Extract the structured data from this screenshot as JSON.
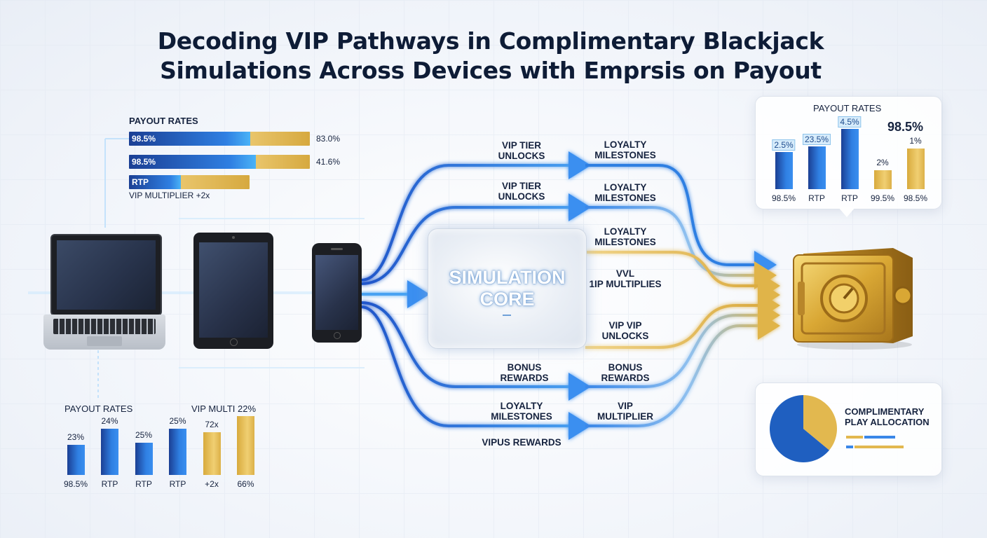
{
  "title": {
    "line1": "Decoding VIP Pathways in Complimentary Blackjack",
    "line2": "Simulations Across Devices with Emprsis on Payout"
  },
  "colors": {
    "blue": "#2f7fe2",
    "dark_blue": "#1b3f94",
    "gold": "#e2b84f",
    "navy": "#0e1c36"
  },
  "payout_rates_top": {
    "label": "PAYOUT RATES",
    "bars": [
      {
        "label": "98.5%",
        "value_text": "83.0%",
        "blue_fraction": 0.67
      },
      {
        "label": "98.5%",
        "value_text": "41.6%",
        "blue_fraction": 0.7
      },
      {
        "label": "RTP",
        "value_text": "",
        "blue_fraction": 0.43
      }
    ],
    "note": "VIP MULTIPLIER +2x"
  },
  "devices": [
    "laptop-icon",
    "tablet-icon",
    "phone-icon"
  ],
  "core": {
    "line1": "SIMULATION",
    "line2": "CORE"
  },
  "flow_labels": {
    "left": [
      {
        "line1": "VIP TIER",
        "line2": "UNLOCKS"
      },
      {
        "line1": "VIP TIER",
        "line2": "UNLOCKS"
      },
      {
        "line1": "BONUS",
        "line2": "REWARDS"
      },
      {
        "line1": "LOYALTY",
        "line2": "MILESTONES"
      },
      {
        "line1": "VIPUS REWARDS",
        "line2": ""
      }
    ],
    "right": [
      {
        "line1": "LOYALTY",
        "line2": "MILESTONES"
      },
      {
        "line1": "LOYALTY",
        "line2": "MILESTONES"
      },
      {
        "line1": "LOYALTY",
        "line2": "MILESTONES"
      },
      {
        "line1": "VVL",
        "line2": "1IP MULTIPLIES"
      },
      {
        "line1": "VIP VIP",
        "line2": "UNLOCKS"
      },
      {
        "line1": "BONUS",
        "line2": "REWARDS"
      },
      {
        "line1": "VIP",
        "line2": "MULTIPLIER"
      }
    ]
  },
  "bottom_left_chart": {
    "label_left": "PAYOUT RATES",
    "label_right": "VIP MULTI 22%",
    "bars": [
      {
        "top": "23%",
        "bottom": "98.5%",
        "color": "blue",
        "level": 0.42
      },
      {
        "top": "24%",
        "bottom": "RTP",
        "color": "blue",
        "level": 0.65
      },
      {
        "top": "25%",
        "bottom": "RTP",
        "color": "blue",
        "level": 0.45
      },
      {
        "top": "25%",
        "bottom": "RTP",
        "color": "blue",
        "level": 0.65
      },
      {
        "top": "72x",
        "bottom": "+2x",
        "color": "gold",
        "level": 0.6
      },
      {
        "top": "",
        "bottom": "66%",
        "color": "gold",
        "level": 0.82
      }
    ]
  },
  "top_right_chart": {
    "label": "PAYOUT RATES",
    "highlight": "98.5%",
    "bars": [
      {
        "top": "2.5%",
        "bottom": "98.5%",
        "color": "blue",
        "level": 0.55,
        "boxed": true
      },
      {
        "top": "23.5%",
        "bottom": "RTP",
        "color": "blue",
        "level": 0.64,
        "boxed": true
      },
      {
        "top": "4.5%",
        "bottom": "RTP",
        "color": "blue",
        "level": 0.9,
        "boxed": true
      },
      {
        "top": "2%",
        "bottom": "99.5%",
        "color": "gold",
        "level": 0.28,
        "boxed": false
      },
      {
        "top": "1%",
        "bottom": "98.5%",
        "color": "gold",
        "level": 0.6,
        "boxed": false
      }
    ]
  },
  "allocation": {
    "label_line1": "COMPLIMENTARY",
    "label_line2": "PLAY ALLOCATION",
    "blue_share": 0.64,
    "gold_share": 0.36
  }
}
